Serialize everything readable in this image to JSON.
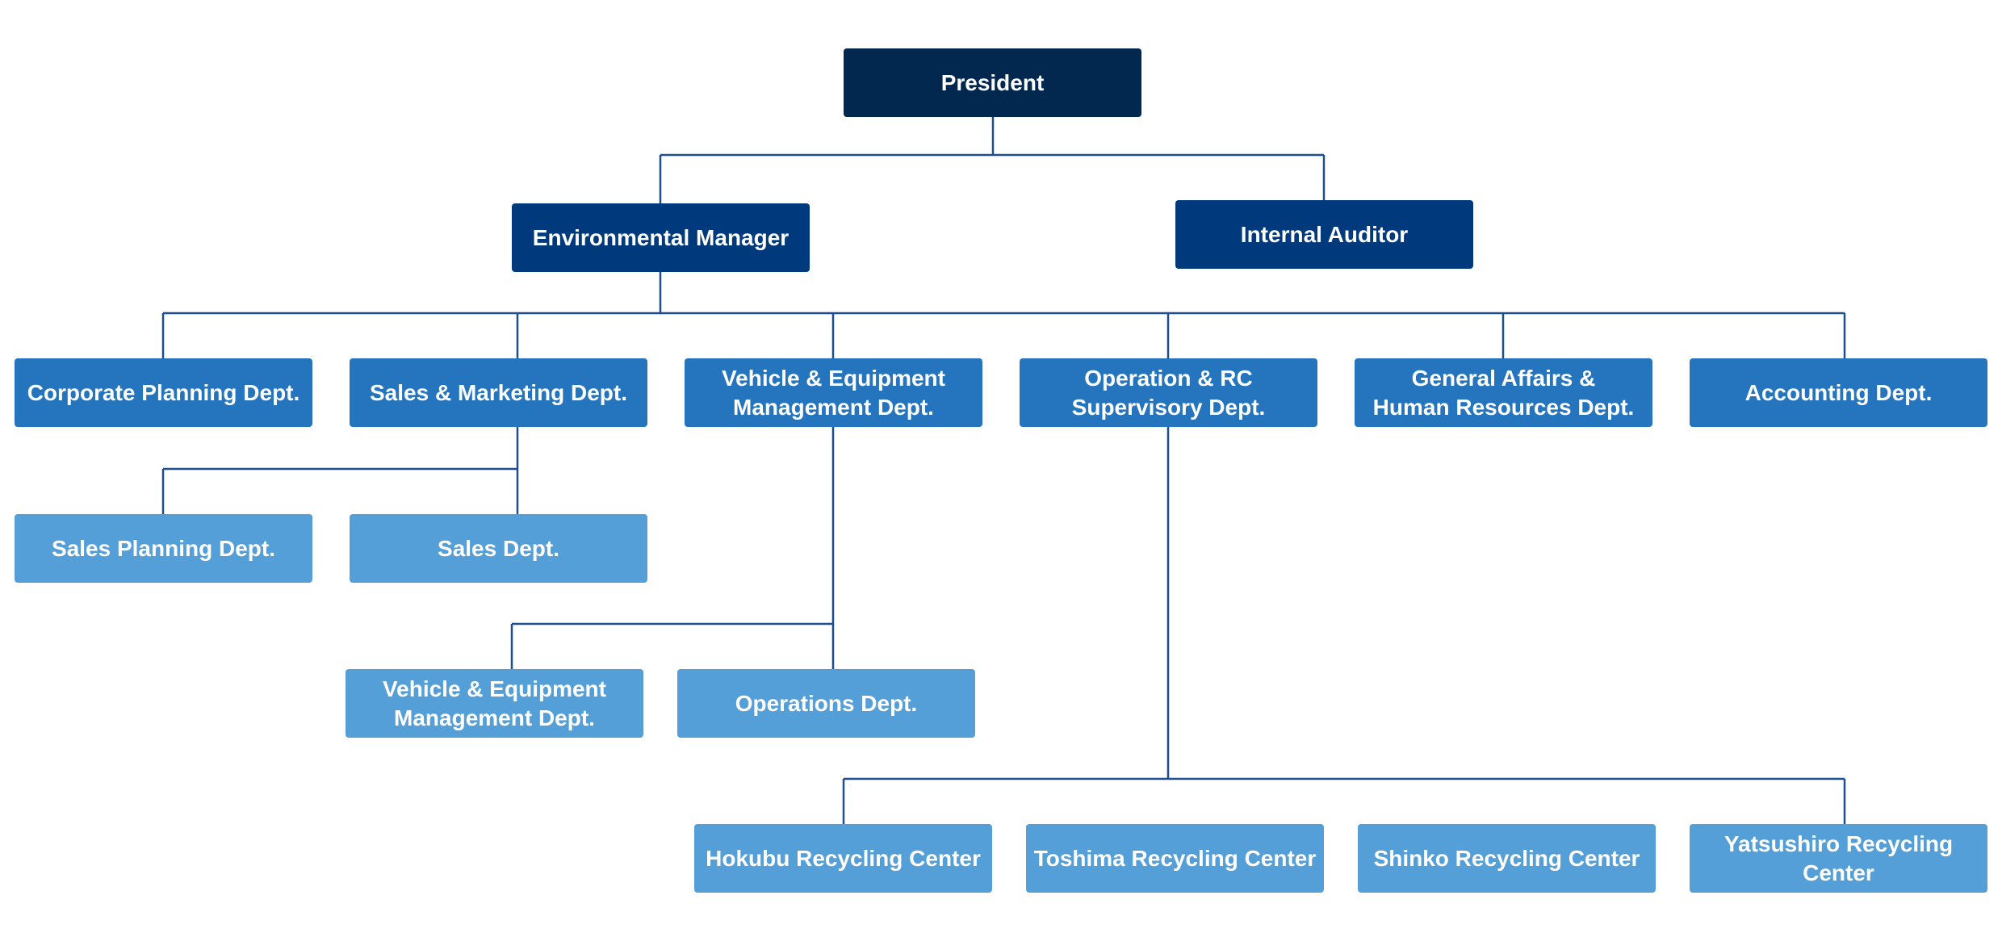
{
  "colors": {
    "top": "#02284f",
    "manager": "#003a7d",
    "department": "#2574be",
    "sub_unit": "#559fd8",
    "connector": "#1d4e8f"
  },
  "chart": {
    "president": "President",
    "environmental_manager": "Environmental Manager",
    "internal_auditor": "Internal Auditor",
    "departments": [
      "Corporate Planning Dept.",
      "Sales & Marketing Dept.",
      "Vehicle & Equipment\nManagement Dept.",
      "Operation & RC\nSupervisory Dept.",
      "General Affairs &\nHuman Resources Dept.",
      "Accounting Dept."
    ],
    "sales_units": [
      "Sales Planning Dept.",
      "Sales Dept."
    ],
    "vehicle_units": [
      "Vehicle & Equipment\nManagement Dept.",
      "Operations Dept."
    ],
    "recycling_centers": [
      "Hokubu Recycling Center",
      "Toshima Recycling Center",
      "Shinko Recycling Center",
      "Yatsushiro Recycling Center"
    ]
  }
}
